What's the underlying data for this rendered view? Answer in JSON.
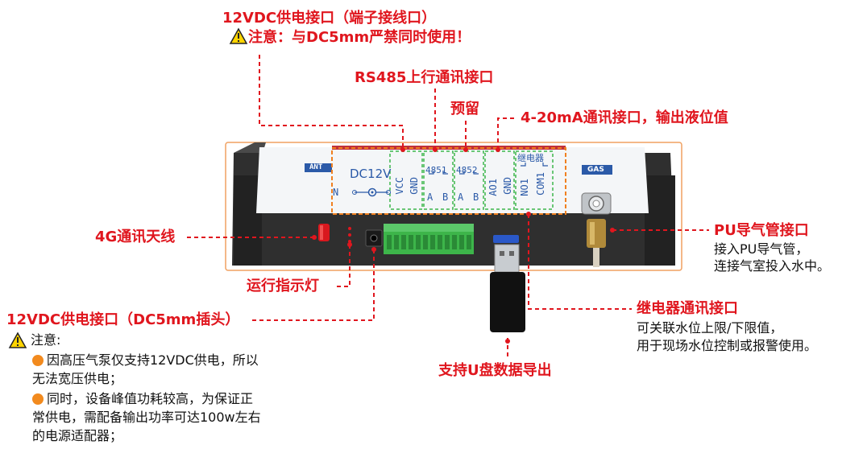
{
  "callouts": {
    "power_terminal_title": "12VDC供电接口（端子接线口）",
    "power_terminal_note": "注意：与DC5mm严禁同时使用！",
    "rs485": "RS485上行通讯接口",
    "reserved": "预留",
    "output_420": "4-20mA通讯接口，输出液位值",
    "antenna_4g": "4G通讯天线",
    "run_led": "运行指示灯",
    "power_dc5mm": "12VDC供电接口（DC5mm插头）",
    "pu_tube_title": "PU导气管接口",
    "pu_tube_line1": "接入PU导气管，",
    "pu_tube_line2": "连接气室投入水中。",
    "relay_title": "继电器通讯接口",
    "relay_line1": "可关联水位上限/下限值，",
    "relay_line2": "用于现场水位控制或报警使用。",
    "usb_export": "支持U盘数据导出"
  },
  "notes": {
    "heading": "注意:",
    "bullet1_line1": "因高压气泵仅支持12VDC供电，所以",
    "bullet1_line2": "无法宽压供电；",
    "bullet2_line1": "同时，设备峰值功耗较高，为保证正",
    "bullet2_line2": "常供电，需配备输出功率可达100w左右",
    "bullet2_line3": "的电源适配器；"
  },
  "device": {
    "ant_label": "ANT",
    "ant_partial": "N",
    "dc_label": "DC12V",
    "gas_label": "GAS",
    "relay_header": "继电器",
    "terminals": {
      "vcc": "VCC",
      "gnd1": "GND",
      "p4851": "4851",
      "a1": "A",
      "b1": "B",
      "p4852": "4852",
      "a2": "A",
      "b2": "B",
      "ao1": "AO1",
      "gnd2": "GND",
      "no1": "NO1",
      "com1": "COM1"
    }
  },
  "colors": {
    "callout_red": "#e0161e",
    "device_body": "#2a2a2a",
    "terminal_green": "#3db54a",
    "label_blue": "#2b5aa8",
    "warn_yellow": "#ffd400",
    "bullet_orange": "#f28a1e"
  }
}
